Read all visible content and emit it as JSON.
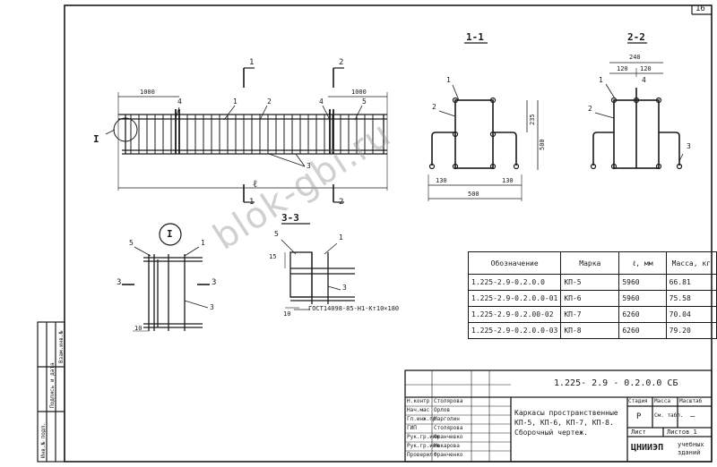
{
  "sheet_number": "16",
  "section_labels": {
    "s11": "1-1",
    "s22": "2-2",
    "s33": "3-3",
    "node": "I"
  },
  "cut_marks": {
    "c1": "1",
    "c2": "2",
    "c3": "3"
  },
  "elevation_dims": {
    "left_1000": "1000",
    "right_1000": "1000",
    "length": "ℓ"
  },
  "position_marks": {
    "p1": "1",
    "p2": "2",
    "p3": "3",
    "p4": "4",
    "p5": "5"
  },
  "sec11_dims": {
    "d235": "235",
    "d500": "500",
    "d130a": "130",
    "d130b": "130",
    "d500w": "500"
  },
  "sec22_dims": {
    "d240": "240",
    "d120a": "120",
    "d120b": "120"
  },
  "sec33_dims": {
    "d15": "15",
    "d10": "10",
    "weld": "ГОСТ14098-85-Н1-Кт10×180"
  },
  "node_dims": {
    "d10": "10"
  },
  "spec_table": {
    "headers": [
      "Обозначение",
      "Марка",
      "ℓ, мм",
      "Масса, кг"
    ],
    "rows": [
      [
        "1.225-2.9-0.2.0.0",
        "КП-5",
        "5960",
        "66.81"
      ],
      [
        "1.225-2.9-0.2.0.0-01",
        "КП-6",
        "5960",
        "75.58"
      ],
      [
        "1.225-2.9-0.2.00-02",
        "КП-7",
        "6260",
        "70.04"
      ],
      [
        "1.225-2.9-0.2.0.0-03",
        "КП-8",
        "6260",
        "79.20"
      ]
    ]
  },
  "title_block": {
    "code": "1.225- 2.9 - 0.2.0.0  СБ",
    "title_line1": "Каркасы пространственные",
    "title_line2": "КП-5, КП-6, КП-7, КП-8.",
    "title_line3": "Сборочный чертеж.",
    "col_stage": "Стадия",
    "col_mass": "Масса",
    "col_scale": "Масштаб",
    "stage_value": "Р",
    "mass_value": "См. табл.",
    "scale_value": "—",
    "sheet_label": "Лист",
    "sheets_label": "Листов 1",
    "org": "ЦНИИЭП",
    "org_sub1": "учебных",
    "org_sub2": "зданий",
    "roles": [
      "Н.контр",
      "Нач.мас",
      "Гл.инж.пр",
      "ГИП",
      "Рук.гр.инж",
      "Рук.гр.инж",
      "Проверил"
    ],
    "names": [
      "Столярова",
      "Орлов",
      "Марголин",
      "Столярова",
      "Франчевко",
      "Макарова",
      "Франченко"
    ]
  },
  "side_stamp": [
    "Инв.№ подл.",
    "Подпись и дата",
    "Взам.инв.№"
  ],
  "watermark": "blok-gbi.ru"
}
